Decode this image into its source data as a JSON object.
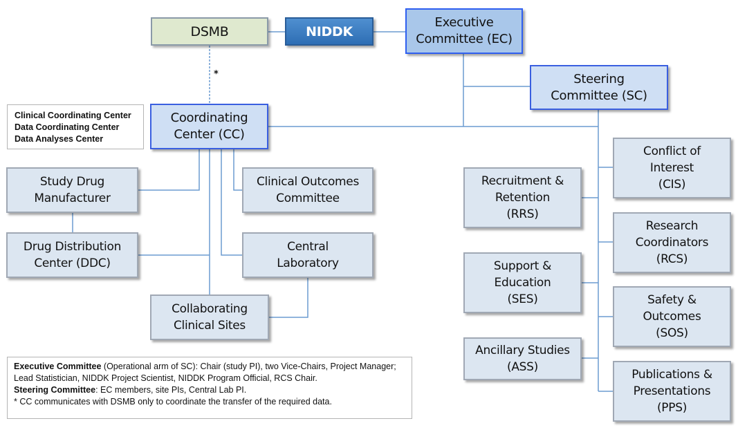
{
  "diagram": {
    "type": "organizational-chart",
    "nodes": {
      "dsmb": "DSMB",
      "niddk": "NIDDK",
      "ec": "Executive\nCommittee (EC)",
      "sc": "Steering\nCommittee (SC)",
      "cc": "Coordinating\nCenter (CC)",
      "study_drug": "Study Drug\nManufacturer",
      "ddc": "Drug Distribution\nCenter (DDC)",
      "clinical_outcomes": "Clinical Outcomes\nCommittee",
      "central_lab": "Central\nLaboratory",
      "collab_sites": "Collaborating\nClinical Sites",
      "rrs": "Recruitment &\nRetention\n(RRS)",
      "ses": "Support &\nEducation\n(SES)",
      "ass": "Ancillary Studies\n(ASS)",
      "cis": "Conflict of\nInterest\n(CIS)",
      "rcs": "Research\nCoordinators\n(RCS)",
      "sos": "Safety &\nOutcomes\n(SOS)",
      "pps": "Publications &\nPresentations\n(PPS)"
    },
    "cc_note": [
      "Clinical Coordinating Center",
      "Data Coordinating Center",
      "Data Analyses Center"
    ],
    "dsmb_cc_marker": "*",
    "footnote": {
      "ec_label": "Executive Committee",
      "ec_text": " (Operational arm of SC): Chair (study PI), two Vice-Chairs, Project Manager; Lead Statistician, NIDDK Project Scientist, NIDDK Program Official, RCS Chair.",
      "sc_label": "Steering Committee",
      "sc_text": ": EC members, site PIs, Central Lab PI.",
      "asterisk_text": "* CC communicates with DSMB only to coordinate the transfer of the required data."
    },
    "colors": {
      "connector": "#6b9bd1",
      "subcommittee_fill": "#dce6f1",
      "lead_fill": "#cfdff4",
      "ec_fill": "#a9c7ea",
      "dsmb_fill": "#dfe9cf",
      "niddk_fill": "#3a7cc3"
    }
  }
}
